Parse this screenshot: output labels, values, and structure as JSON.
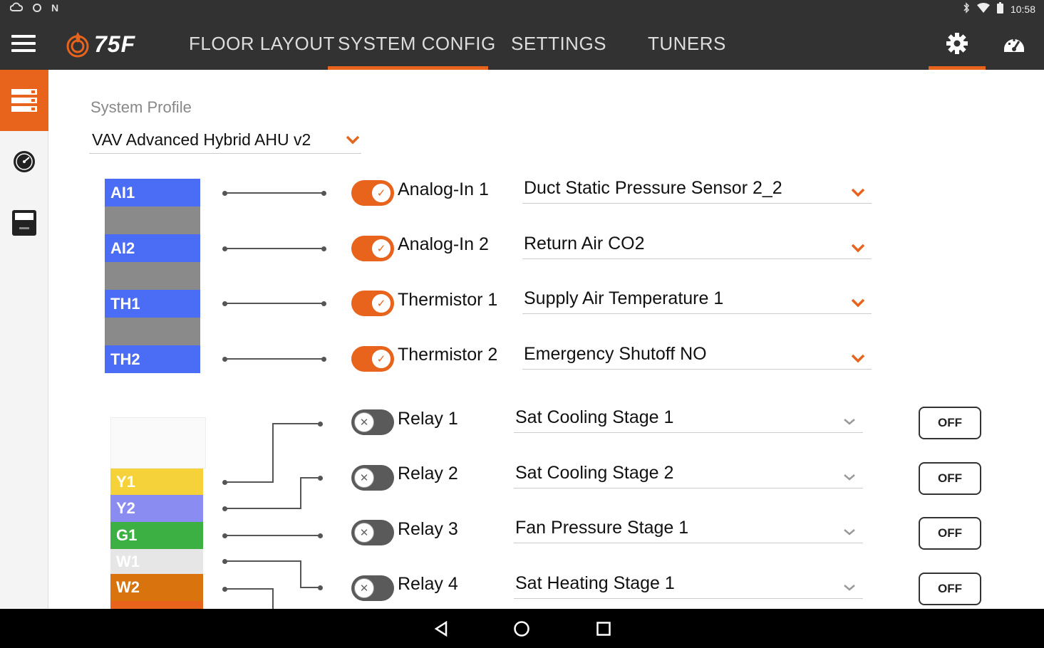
{
  "status_bar": {
    "left_icons": [
      "cloud-icon",
      "sync-icon",
      "nfc-icon"
    ],
    "right_icons": [
      "bluetooth-icon",
      "wifi-icon",
      "battery-icon"
    ],
    "time": "10:58"
  },
  "topbar": {
    "logo_text": "75F",
    "tabs": [
      {
        "label": "FLOOR LAYOUT",
        "active": false
      },
      {
        "label": "SYSTEM CONFIG",
        "active": true
      },
      {
        "label": "SETTINGS",
        "active": false
      },
      {
        "label": "TUNERS",
        "active": false
      }
    ],
    "right_icons": [
      "gear-icon",
      "dashboard-gauge-icon"
    ],
    "active_right_icon": "gear-icon"
  },
  "sidebar": {
    "items": [
      {
        "icon": "server-list-icon",
        "active": true
      },
      {
        "icon": "gauge-circle-icon",
        "active": false
      },
      {
        "icon": "thermostat-device-icon",
        "active": false
      }
    ]
  },
  "colors": {
    "accent": "#e8631c",
    "topbar": "#323232",
    "port_blue": "#4b6cf5",
    "port_gray": "#8a8a8a",
    "Y1": "#f5d23a",
    "Y2": "#8a8cf2",
    "G1": "#3cb043",
    "W1": "#e6e6e6",
    "W2": "#d9730d"
  },
  "system_profile": {
    "label": "System Profile",
    "value": "VAV Advanced Hybrid AHU v2"
  },
  "analog_ports": [
    {
      "block_label": "AI1",
      "name": "Analog-In 1",
      "enabled": true,
      "mapping": "Duct Static Pressure Sensor 2_2"
    },
    {
      "block_label": "AI2",
      "name": "Analog-In 2",
      "enabled": true,
      "mapping": "Return Air CO2"
    },
    {
      "block_label": "TH1",
      "name": "Thermistor 1",
      "enabled": true,
      "mapping": "Supply Air Temperature 1"
    },
    {
      "block_label": "TH2",
      "name": "Thermistor 2",
      "enabled": true,
      "mapping": "Emergency Shutoff NO"
    }
  ],
  "terminal_labels": [
    "Y1",
    "Y2",
    "G1",
    "W1",
    "W2"
  ],
  "relays": [
    {
      "name": "Relay 1",
      "enabled": false,
      "mapping": "Sat Cooling Stage 1",
      "state": "OFF"
    },
    {
      "name": "Relay 2",
      "enabled": false,
      "mapping": "Sat Cooling Stage 2",
      "state": "OFF"
    },
    {
      "name": "Relay 3",
      "enabled": false,
      "mapping": "Fan Pressure Stage 1",
      "state": "OFF"
    },
    {
      "name": "Relay 4",
      "enabled": false,
      "mapping": "Sat Heating Stage 1",
      "state": "OFF"
    }
  ],
  "nav_bar": [
    "back-icon",
    "home-icon",
    "recents-icon"
  ]
}
